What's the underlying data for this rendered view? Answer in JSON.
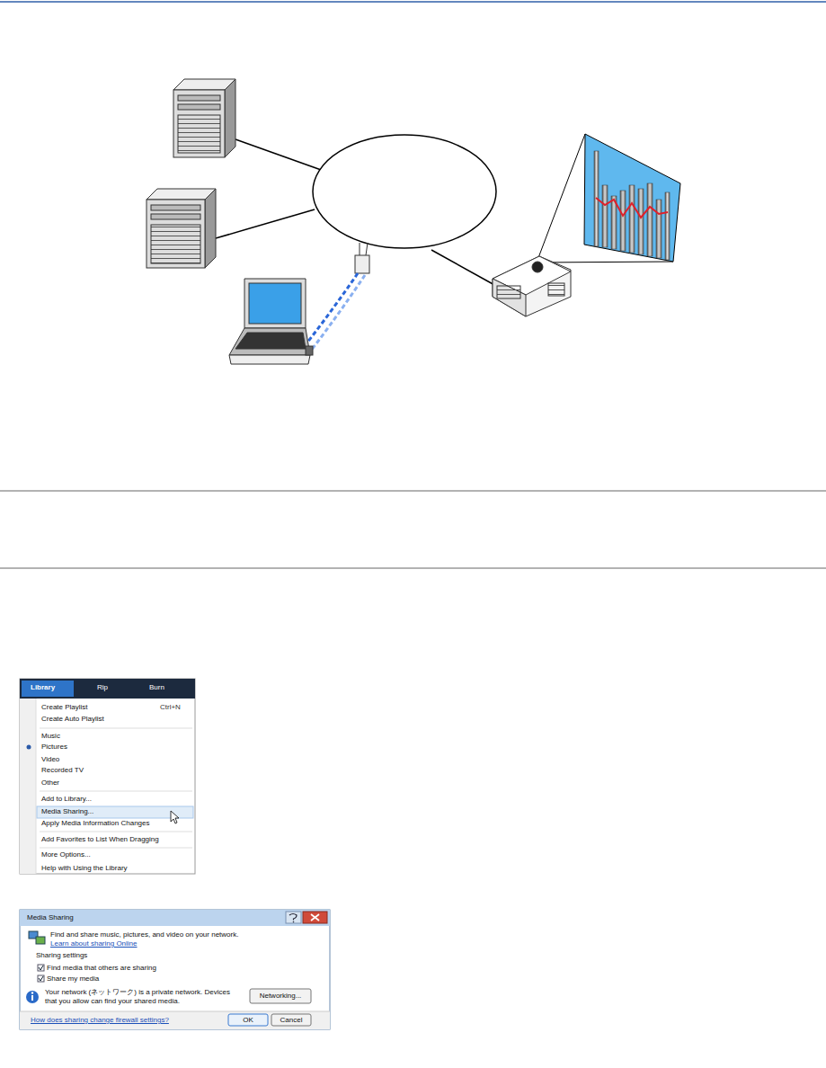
{
  "diagram": {
    "labels": [
      "Library",
      "Rip",
      "Burn",
      "Create Playlist",
      "Ctrl+N",
      "Create Auto Playlist",
      "Music",
      "Pictures",
      "Video",
      "Recorded TV",
      "Other",
      "Add to Library...",
      "Media Sharing...",
      "Apply Media Information Changes",
      "Add Favorites to List When Dragging",
      "More Options...",
      "Help with Using the Library",
      "Media Sharing",
      "Find and share music, pictures, and video on your network.",
      "Learn about sharing Online",
      "Sharing settings",
      "Find media that others are sharing",
      "Share my media",
      "Your network (ネットワーク) is a private network. Devices that you allow can find your shared media.",
      "Networking...",
      "How does sharing change firewall settings?",
      "OK",
      "Cancel"
    ]
  }
}
